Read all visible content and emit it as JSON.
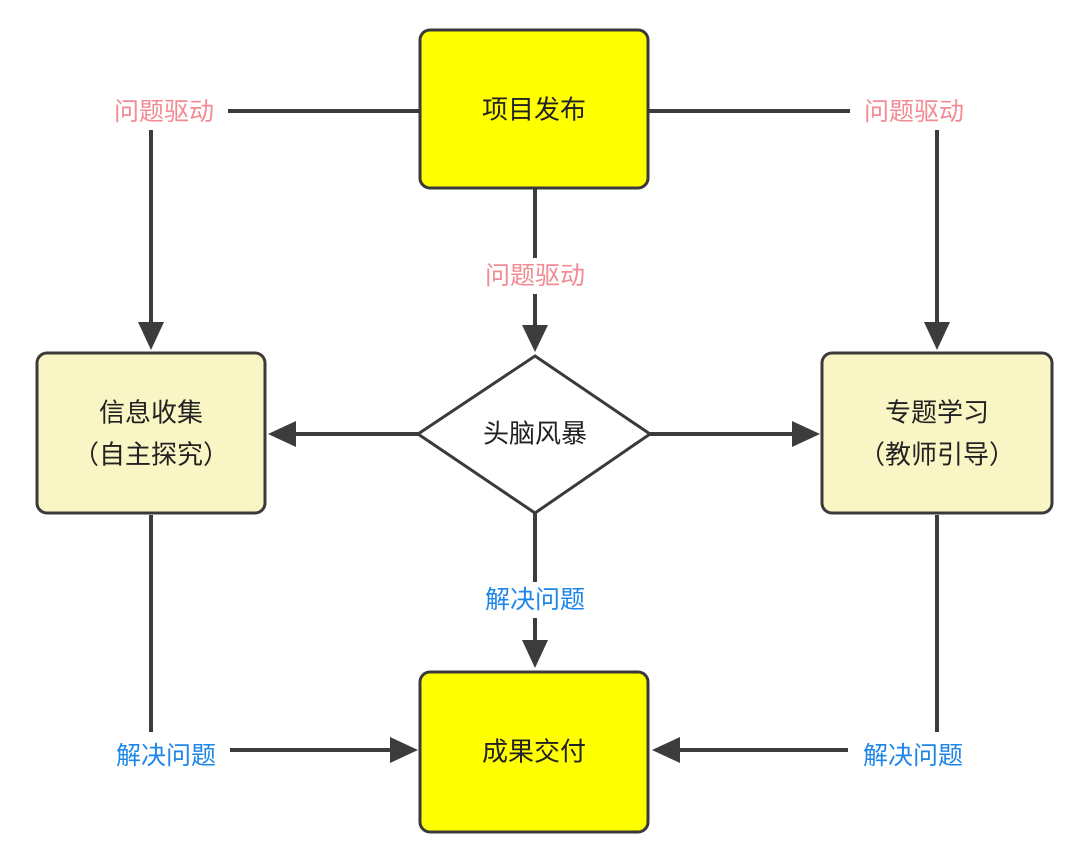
{
  "colors": {
    "primary_fill": "#FFFF00",
    "secondary_fill": "#FAF5C4",
    "diamond_fill": "#FFFFFF",
    "stroke": "#3C3C3C",
    "drive_label": "#F28B93",
    "solve_label": "#1E86E8"
  },
  "nodes": {
    "publish": {
      "label": "项目发布"
    },
    "collect": {
      "line1": "信息收集",
      "line2": "（自主探究）"
    },
    "brainstorm": {
      "label": "头脑风暴"
    },
    "study": {
      "line1": "专题学习",
      "line2": "（教师引导）"
    },
    "deliver": {
      "label": "成果交付"
    }
  },
  "edges": {
    "publish_to_collect": "问题驱动",
    "publish_to_study": "问题驱动",
    "publish_to_brainstorm": "问题驱动",
    "brainstorm_to_deliver": "解决问题",
    "collect_to_deliver": "解决问题",
    "study_to_deliver": "解决问题"
  }
}
